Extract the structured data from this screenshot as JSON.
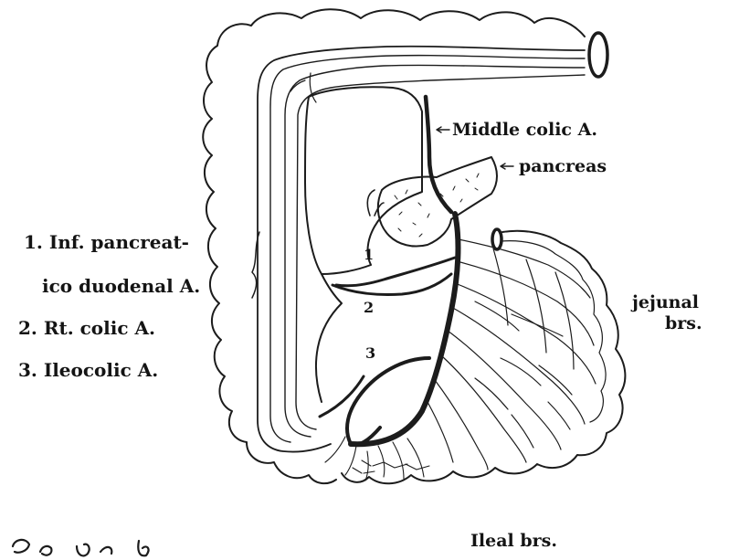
{
  "labels": {
    "middle_colic": "Middle colic A.",
    "pancreas": "pancreas",
    "legend_1a": "1. Inf. pancreat-",
    "legend_1b": "ico duodenal A.",
    "legend_2": "2. Rt. colic A.",
    "legend_3": "3. Ileocolic A.",
    "jejunal_1": "jejunal",
    "jejunal_2": "brs.",
    "ileal": "Ileal brs.",
    "num_1": "1",
    "num_2": "2",
    "num_3": "3"
  },
  "colors": {
    "ink": "#1c1c1c",
    "paper": "#ffffff"
  }
}
